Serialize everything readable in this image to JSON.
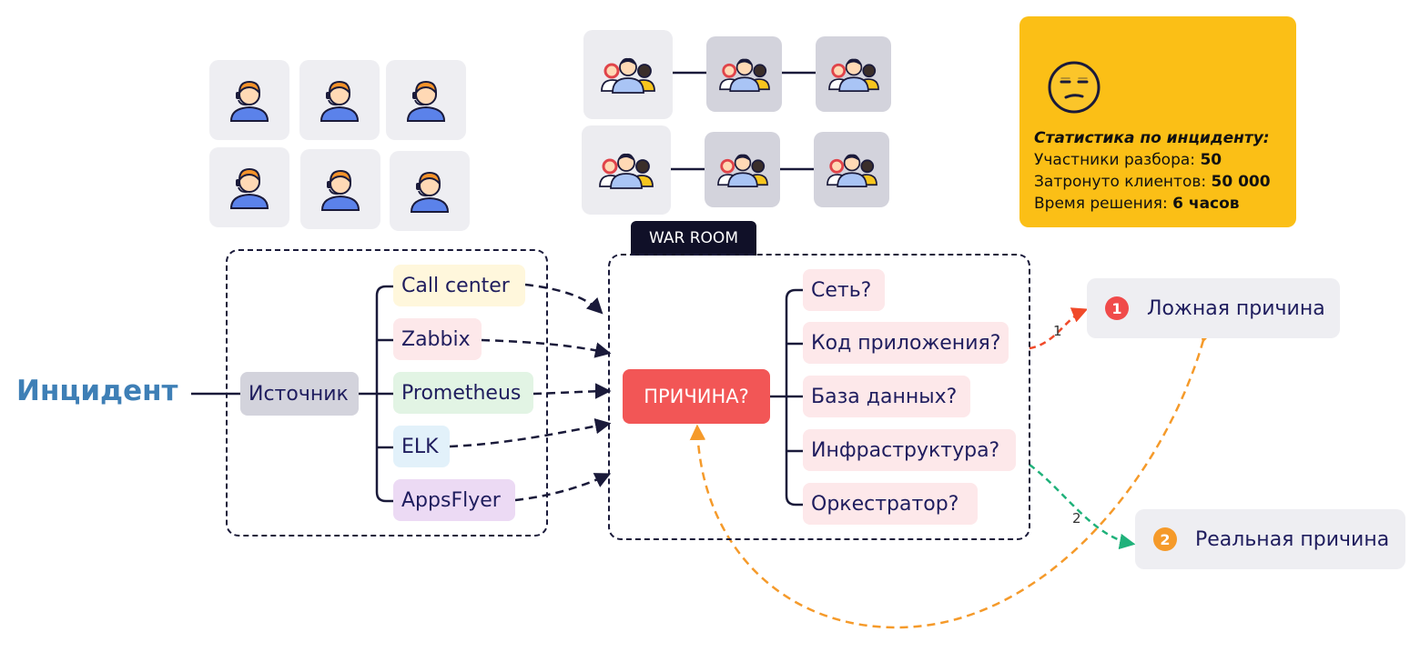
{
  "incident": {
    "title": "Инцидент"
  },
  "source": {
    "label": "Источник"
  },
  "sources": [
    {
      "label": "Call center",
      "color": "#fff7dc"
    },
    {
      "label": "Zabbix",
      "color": "#fde8ea"
    },
    {
      "label": "Prometheus",
      "color": "#e2f4e4"
    },
    {
      "label": "ELK",
      "color": "#e2f1fa"
    },
    {
      "label": "AppsFlyer",
      "color": "#ecdaf4"
    }
  ],
  "war_room": {
    "label": "WAR ROOM"
  },
  "reason": {
    "label": "ПРИЧИНА?",
    "color": "#f25656"
  },
  "hypotheses": [
    {
      "label": "Сеть?"
    },
    {
      "label": "Код приложения?"
    },
    {
      "label": "База данных?"
    },
    {
      "label": "Инфраструктура?"
    },
    {
      "label": "Оркестратор?"
    }
  ],
  "outcomes": {
    "false_cause": {
      "number": "1",
      "label": "Ложная причина",
      "color": "#f04a4a",
      "link": "1"
    },
    "real_cause": {
      "number": "2",
      "label": "Реальная причина",
      "color": "#f59a2a",
      "link": "2"
    }
  },
  "stats": {
    "title": "Статистика по инциденту:",
    "participants_label": "Участники разбора:",
    "participants_value": "50",
    "clients_label": "Затронуто клиентов:",
    "clients_value": "50 000",
    "time_label": "Время решения:",
    "time_value": "6 часов",
    "color": "#fbbf16"
  },
  "icons": {
    "operator": "operator-headset-icon",
    "team": "team-group-icon",
    "face": "unamused-face-icon"
  }
}
